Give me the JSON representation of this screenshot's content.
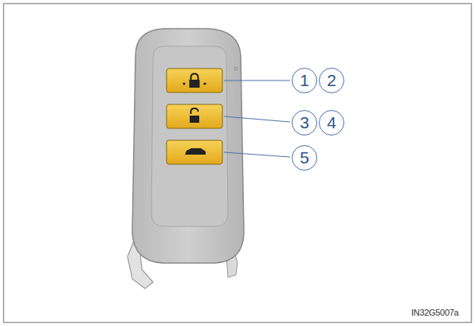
{
  "diagram": {
    "labels": [
      "1",
      "2",
      "3",
      "4",
      "5",
      "IN32G5007a"
    ]
  }
}
